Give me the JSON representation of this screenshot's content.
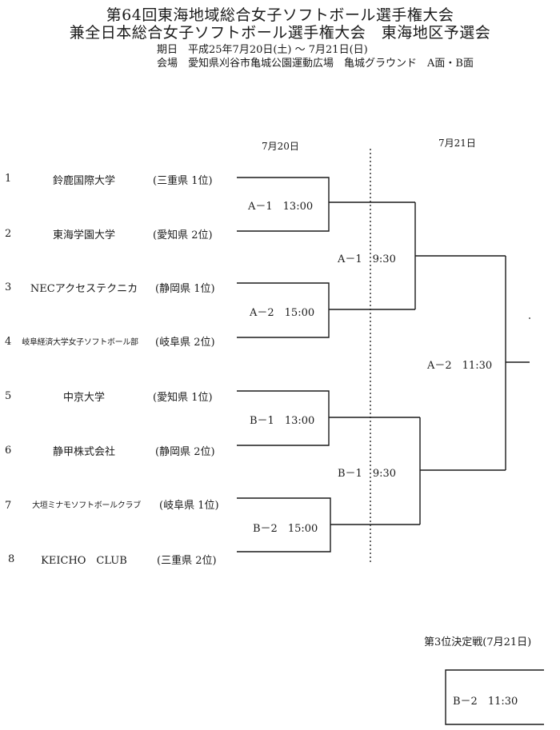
{
  "header": {
    "title_line1": "第64回東海地域総合女子ソフトボール選手権大会",
    "title_line2": "兼全日本総合女子ソフトボール選手権大会　東海地区予選会",
    "period": "期日　平成25年7月20日(土) ～ 7月21日(日)",
    "venue": "会場　愛知県刈谷市亀城公園運動広場　亀城グラウンド　A面・B面"
  },
  "dates": {
    "day1": "7月20日",
    "day2": "7月21日"
  },
  "teams": [
    {
      "num": "1",
      "name": "鈴鹿国際大学",
      "rank": "(三重県 1位)"
    },
    {
      "num": "2",
      "name": "東海学園大学",
      "rank": "(愛知県 2位)"
    },
    {
      "num": "3",
      "name": "NECアクセステクニカ",
      "rank": "(静岡県 1位)"
    },
    {
      "num": "4",
      "name": "岐阜経済大学女子ソフトボール部",
      "rank": "(岐阜県 2位)"
    },
    {
      "num": "5",
      "name": "中京大学",
      "rank": "(愛知県 1位)"
    },
    {
      "num": "6",
      "name": "静甲株式会社",
      "rank": "(静岡県 2位)"
    },
    {
      "num": "7",
      "name": "大垣ミナモソフトボールクラブ",
      "rank": "(岐阜県 1位)"
    },
    {
      "num": "8",
      "name": "KEICHO　CLUB",
      "rank": "(三重県 2位)"
    }
  ],
  "matches": {
    "r1": [
      "A－1　13:00",
      "A－2　15:00",
      "B－1　13:00",
      "B－2　15:00"
    ],
    "r2": [
      "A－1　9:30",
      "B－1　9:30"
    ],
    "final": "A－2　11:30"
  },
  "third_place": {
    "label": "第3位決定戦(7月21日)",
    "match": "B－2　11:30"
  }
}
